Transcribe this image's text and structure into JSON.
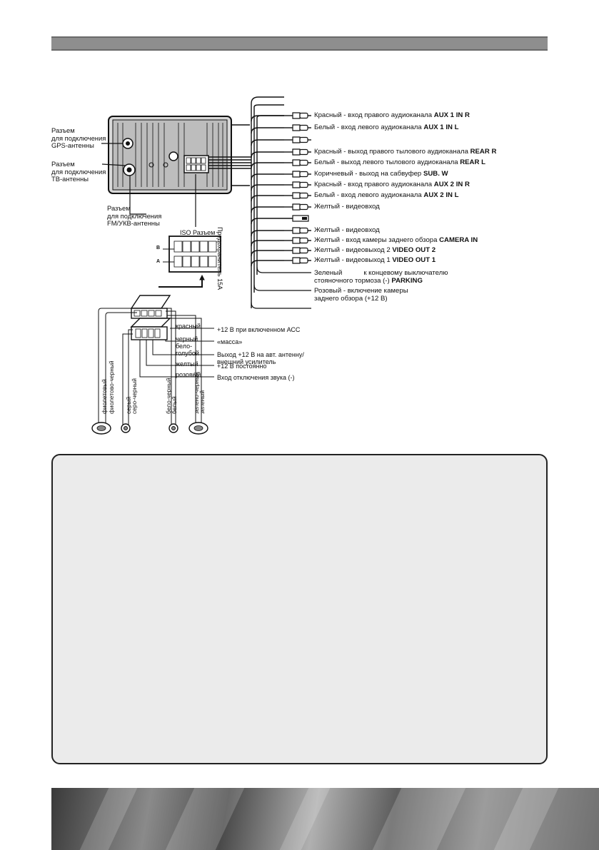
{
  "colors": {
    "header_bar": "#8e8e8e",
    "note_box_bg": "#ebebeb",
    "line": "#111111"
  },
  "left_labels": {
    "gps": "Разъем\nдля подключения\nGPS-антенны",
    "tv": "Разъем\nдля подключения\nТВ-антенны",
    "fm": "Разъем\nдля подключения\nFM/УКВ-антенны"
  },
  "iso": {
    "title": "ISO Разъем",
    "fuse": "Предохранитель 15А",
    "row_b": "B",
    "row_a": "A"
  },
  "right_wires": [
    {
      "pre": "Красный - вход правого аудиоканала ",
      "bold": "AUX 1 IN R"
    },
    {
      "pre": "Белый - вход левого аудиоканала ",
      "bold": "AUX 1 IN  L"
    },
    {
      "pre": "Красный - выход правого тылового аудиоканала ",
      "bold": "REAR R"
    },
    {
      "pre": "Белый - выход левого тылового аудиоканала ",
      "bold": "REAR L"
    },
    {
      "pre": "Коричневый - выход на сабвуфер ",
      "bold": "SUB. W"
    },
    {
      "pre": "Красный - вход правого аудиоканала ",
      "bold": "AUX 2 IN R"
    },
    {
      "pre": "Белый - вход левого аудиоканала ",
      "bold": "AUX 2 IN L"
    },
    {
      "pre": "Желтый - видеовход",
      "bold": ""
    },
    {
      "pre": "Желтый - видеовход",
      "bold": ""
    },
    {
      "pre": "Желтый - вход камеры заднего обзора ",
      "bold": "CAMERA IN"
    },
    {
      "pre": "Желтый - видеовыход 2 ",
      "bold": "VIDEO OUT 2"
    },
    {
      "pre": "Желтый - видеовыход 1 ",
      "bold": "VIDEO OUT 1"
    }
  ],
  "parking": {
    "color": "Зеленый",
    "line1": "к концевому выключателю",
    "line2_pre": "стояночного тормоза (-) ",
    "line2_bold": "PARKING"
  },
  "camera_power": {
    "line1": "Розовый - включение камеры",
    "line2": "заднего обзора (+12 В)"
  },
  "iso_wires": {
    "krasny": "красный",
    "chorny": "черный",
    "belo": "бело-",
    "goluboy": "голубой",
    "zheltyy": "желтый",
    "rozovyy": "розовый",
    "acc": "+12 В при включенном АСС",
    "massa": "«масса»",
    "out1": "Выход +12 В на авт. антенну/",
    "out2": "внешний усилитель",
    "const": "+12 В постоянно",
    "mute": "Вход отключения звука (-)"
  },
  "speaker_wires": [
    "фиолетовый",
    "фиолетово-черный",
    "серый",
    "серо-черный",
    "бело-черный",
    "белый",
    "зелено-черный",
    "зеленый"
  ]
}
